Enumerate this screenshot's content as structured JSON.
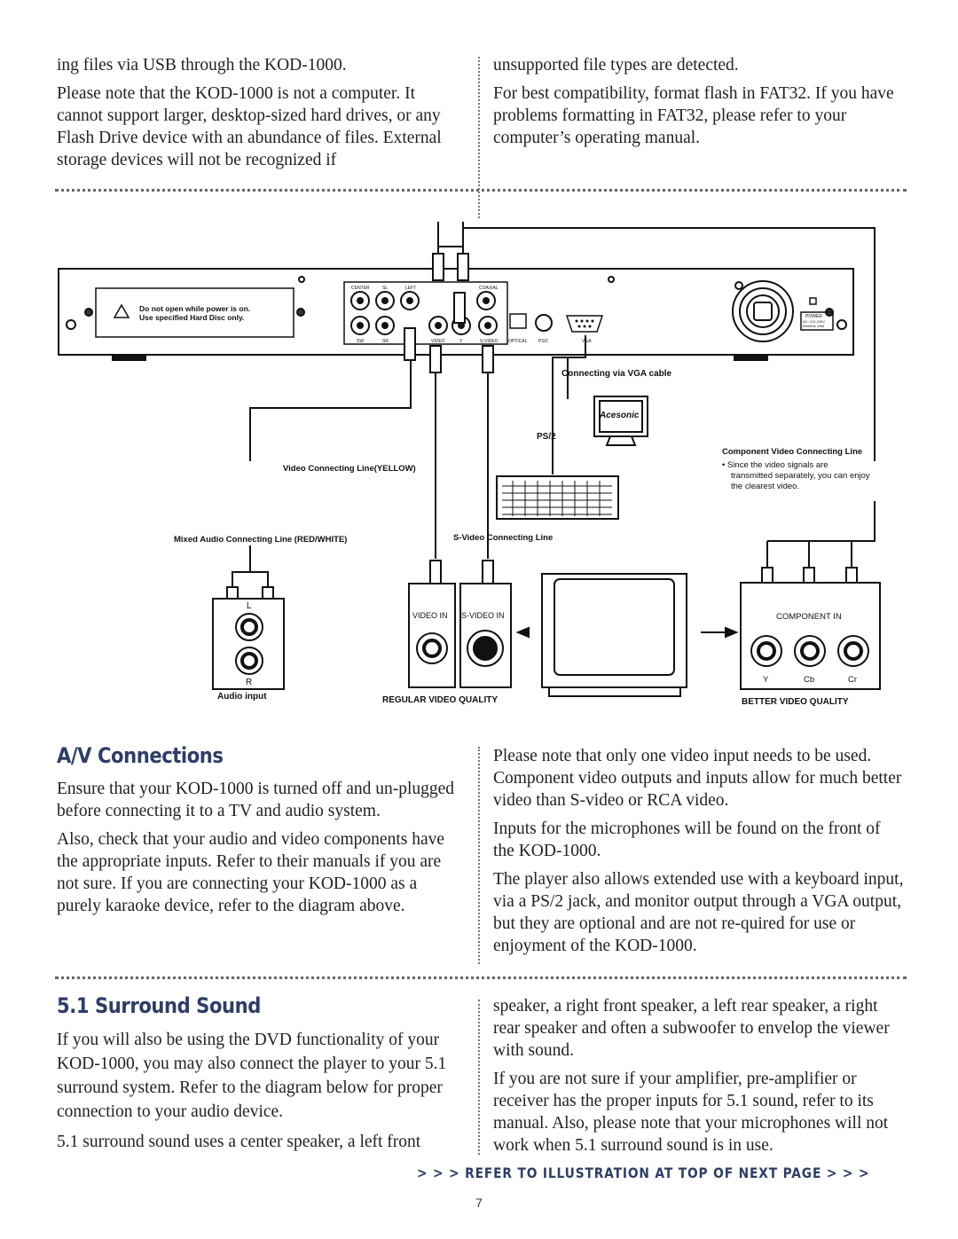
{
  "top": {
    "left": [
      "ing files via USB through the KOD-1000.",
      "Please note that the KOD-1000 is not a computer. It cannot support larger, desktop-sized hard drives, or any Flash Drive device with an abundance of files. External storage devices will not be recognized if"
    ],
    "right": [
      "unsupported file types are detected.",
      "For best compatibility, format flash in FAT32. If you have problems formatting in FAT32, please refer to your computer’s operating manual."
    ]
  },
  "diagram": {
    "warning_line1": "Do not open while power is on.",
    "warning_line2": "Use specified Hard Disc only.",
    "jack_center": "CENTER",
    "jack_sl": "SL",
    "jack_left": "LEFT",
    "jack_coaxial": "COAXIAL",
    "jack_sw": "SW",
    "jack_sr": "SR",
    "jack_video": "VIDEO",
    "jack_y": "Y",
    "jack_svideo": "S-VIDEO",
    "jack_optical": "OPTICAL",
    "jack_ps2": "PS/2",
    "jack_vga": "VGA",
    "power_label": "POWER",
    "power_rating_1": "AC~110-240V",
    "power_rating_2": "50/60Hz 25W",
    "vga_caption": "Connecting via VGA cable",
    "monitor_brand": "Acesonic",
    "ps2_label": "PS/2",
    "component_title": "Component Video Connecting Line",
    "component_note_1": "• Since the video signals are",
    "component_note_2": "transmitted separately, you can enjoy",
    "component_note_3": "the clearest video.",
    "video_line": "Video Connecting Line(YELLOW)",
    "audio_line": "Mixed Audio Connecting Line (RED/WHITE)",
    "svideo_line": "S-Video Connecting Line",
    "audio_L": "L",
    "audio_R": "R",
    "audio_input": "Audio input",
    "video_in": "VIDEO IN",
    "svideo_in": "S-VIDEO IN",
    "regular_quality": "REGULAR VIDEO QUALITY",
    "component_in": "COMPONENT IN",
    "comp_y": "Y",
    "comp_cb": "Cb",
    "comp_cr": "Cr",
    "better_quality": "BETTER VIDEO QUALITY"
  },
  "av": {
    "heading": "A/V Connections",
    "left": [
      "Ensure that your KOD-1000 is turned off and un-plugged before connecting it to a TV and audio system.",
      "Also, check that your audio and video components have the appropriate inputs. Refer to their manuals if you are not sure. If you are connecting your KOD-1000 as a purely karaoke device, refer to the diagram above."
    ],
    "right": [
      "Please note that only one video input needs to be used. Component video outputs and inputs allow for much better video than S-video or RCA video.",
      "Inputs for the microphones will be found on the front of the KOD-1000.",
      "The player also allows extended use with a keyboard input, via a PS/2 jack, and monitor output through a VGA output, but they are optional and are not re-quired for use or enjoyment of the KOD-1000."
    ]
  },
  "surround": {
    "heading": "5.1 Surround Sound",
    "left": [
      "If you will also be using the DVD functionality of your KOD-1000, you may also connect the player to your 5.1 surround system. Refer to the diagram below for proper connection to your audio device.",
      "5.1 surround sound uses a center speaker, a left front"
    ],
    "right": [
      "speaker, a right front speaker, a left rear speaker, a right rear speaker and often a subwoofer to envelop the viewer with sound.",
      "If you are not sure if your amplifier, pre-amplifier or receiver has the proper inputs for 5.1 sound, refer to its manual. Also, please note that your microphones will not work when 5.1 surround sound is in use."
    ]
  },
  "footer": {
    "refer": "> > > REFER TO ILLUSTRATION AT TOP OF NEXT PAGE > > >",
    "page": "7"
  }
}
